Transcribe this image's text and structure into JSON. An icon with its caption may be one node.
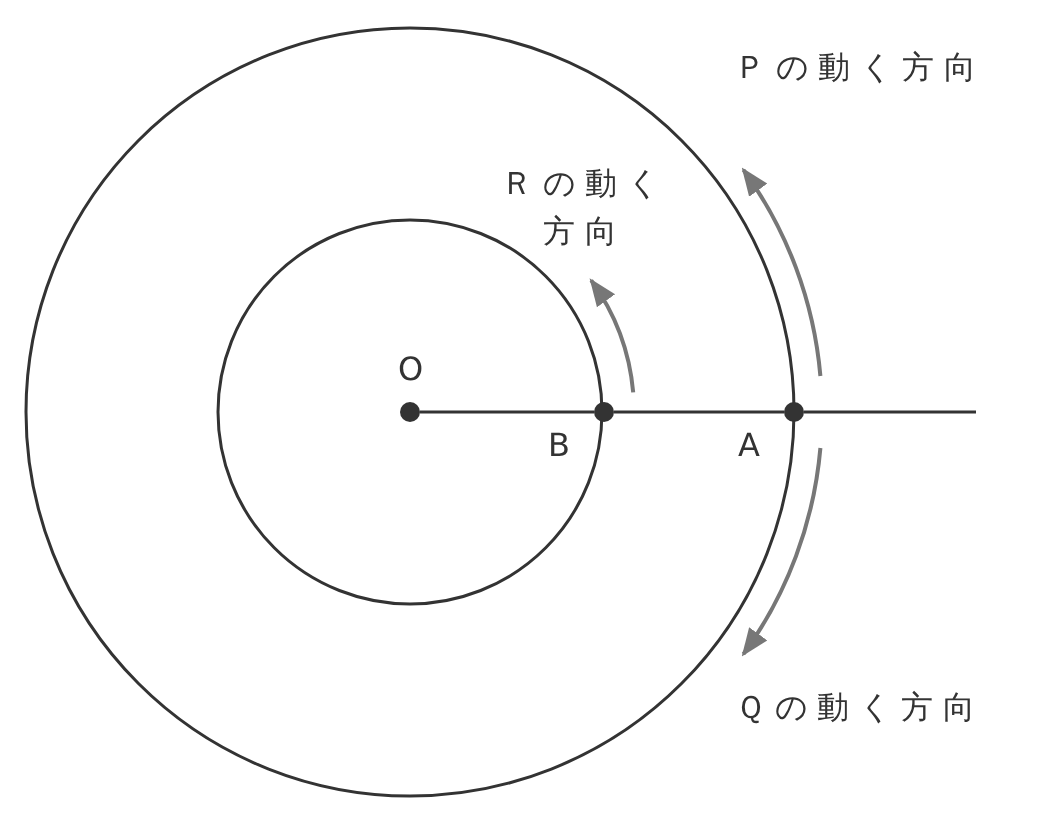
{
  "diagram": {
    "nodes": [
      {
        "text": [
          "O"
        ]
      },
      {
        "text": [
          "B"
        ]
      },
      {
        "text": [
          "A"
        ]
      }
    ],
    "edges": [
      {
        "from": 0,
        "to": 1,
        "arrow": "none"
      },
      {
        "from": 1,
        "to": 2,
        "arrow": "none"
      },
      {
        "from": 2,
        "to": null,
        "arrow": "none"
      }
    ],
    "labels": [
      "Ｐの動く方向",
      "Ｒの動く方向",
      "Ｑの動く方向"
    ]
  }
}
